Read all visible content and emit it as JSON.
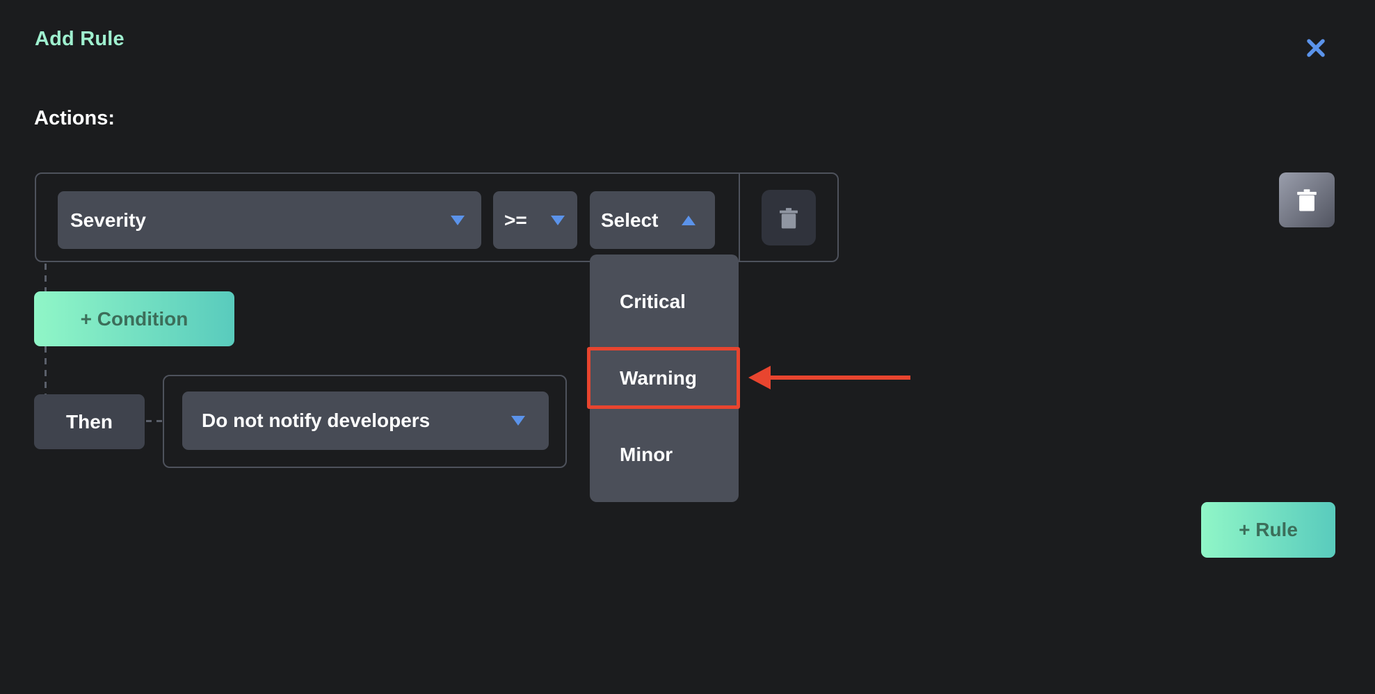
{
  "modal": {
    "title": "Add Rule",
    "actions_label": "Actions:"
  },
  "condition": {
    "field": "Severity",
    "operator": ">=",
    "value": "Select"
  },
  "severity_menu": {
    "options": [
      {
        "label": "Critical"
      },
      {
        "label": "Warning"
      },
      {
        "label": "Minor"
      }
    ],
    "highlighted_option": "Warning"
  },
  "then": {
    "label": "Then",
    "action": "Do not notify developers"
  },
  "buttons": {
    "add_condition": "+ Condition",
    "add_rule": "+ Rule"
  },
  "icons": {
    "close": "x-mark",
    "delete": "trash-can",
    "dropdown_collapsed": "triangle-down",
    "dropdown_expanded": "triangle-up",
    "annotation": "arrow-pointing-left"
  },
  "colors": {
    "background": "#1b1c1e",
    "title_mint": "#9ff0cf",
    "accent_blue": "#5b93ea",
    "annotation_red": "#e8452f",
    "control_bg": "#474b55",
    "menu_bg": "#4b4f59",
    "group_border": "#4e525c",
    "button_gradient_start": "#90f6c7",
    "button_gradient_end": "#59cbbd",
    "button_text_green": "#3c6e5a"
  }
}
